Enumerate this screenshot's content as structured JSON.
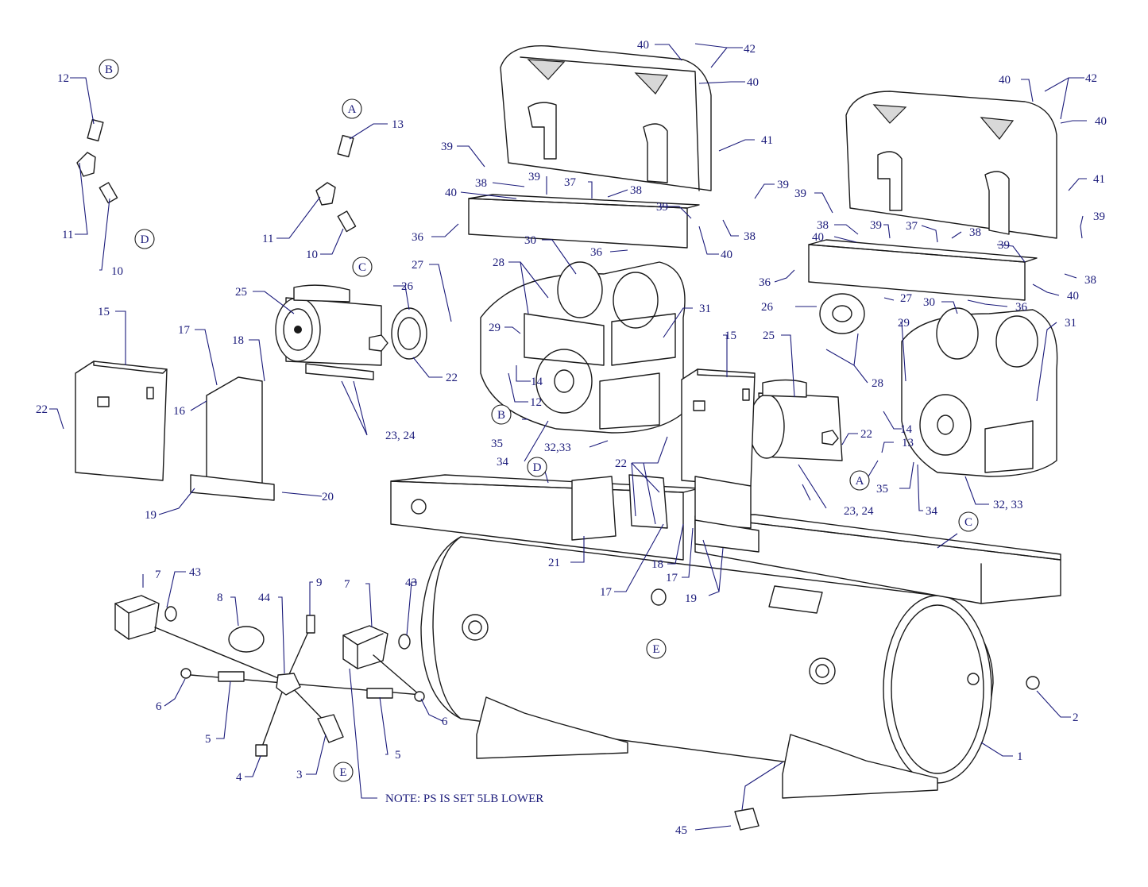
{
  "callouts": [
    {
      "id": "c12",
      "text": "12"
    },
    {
      "id": "c11a",
      "text": "11"
    },
    {
      "id": "c10a",
      "text": "10"
    },
    {
      "id": "c13a",
      "text": "13"
    },
    {
      "id": "c11b",
      "text": "11"
    },
    {
      "id": "c10b",
      "text": "10"
    },
    {
      "id": "c15a",
      "text": "15"
    },
    {
      "id": "c22a",
      "text": "22"
    },
    {
      "id": "c17a",
      "text": "17"
    },
    {
      "id": "c18a",
      "text": "18"
    },
    {
      "id": "c16",
      "text": "16"
    },
    {
      "id": "c19a",
      "text": "19"
    },
    {
      "id": "c20",
      "text": "20"
    },
    {
      "id": "c25a",
      "text": "25"
    },
    {
      "id": "c26a",
      "text": "26"
    },
    {
      "id": "c27a",
      "text": "27"
    },
    {
      "id": "c22b",
      "text": "22"
    },
    {
      "id": "c2324a",
      "text": "23, 24"
    },
    {
      "id": "c39a",
      "text": "39"
    },
    {
      "id": "c38a",
      "text": "38"
    },
    {
      "id": "c39b",
      "text": "39"
    },
    {
      "id": "c37a",
      "text": "37"
    },
    {
      "id": "c38b",
      "text": "38"
    },
    {
      "id": "c40a",
      "text": "40"
    },
    {
      "id": "c39c",
      "text": "39"
    },
    {
      "id": "c36a",
      "text": "36"
    },
    {
      "id": "c36b",
      "text": "36"
    },
    {
      "id": "c38c",
      "text": "38"
    },
    {
      "id": "c40b",
      "text": "40"
    },
    {
      "id": "c40c",
      "text": "40"
    },
    {
      "id": "c42a",
      "text": "42"
    },
    {
      "id": "c40d",
      "text": "40"
    },
    {
      "id": "c41a",
      "text": "41"
    },
    {
      "id": "c39d",
      "text": "39"
    },
    {
      "id": "c30a",
      "text": "30"
    },
    {
      "id": "c28a",
      "text": "28"
    },
    {
      "id": "c29a",
      "text": "29"
    },
    {
      "id": "c31a",
      "text": "31"
    },
    {
      "id": "c14a",
      "text": "14"
    },
    {
      "id": "c12b",
      "text": "12"
    },
    {
      "id": "c35a",
      "text": "35"
    },
    {
      "id": "c34a",
      "text": "34"
    },
    {
      "id": "c3233a",
      "text": "32,33"
    },
    {
      "id": "c22c",
      "text": "22"
    },
    {
      "id": "c15b",
      "text": "15"
    },
    {
      "id": "c21",
      "text": "21"
    },
    {
      "id": "c17b",
      "text": "17"
    },
    {
      "id": "c18b",
      "text": "18"
    },
    {
      "id": "c17c",
      "text": "17"
    },
    {
      "id": "c19b",
      "text": "19"
    },
    {
      "id": "c40e",
      "text": "40"
    },
    {
      "id": "c42b",
      "text": "42"
    },
    {
      "id": "c40f",
      "text": "40"
    },
    {
      "id": "c41b",
      "text": "41"
    },
    {
      "id": "c39e",
      "text": "39"
    },
    {
      "id": "c38d",
      "text": "38"
    },
    {
      "id": "c39f",
      "text": "39"
    },
    {
      "id": "c37b",
      "text": "37"
    },
    {
      "id": "c38e",
      "text": "38"
    },
    {
      "id": "c40g",
      "text": "40"
    },
    {
      "id": "c39g",
      "text": "39"
    },
    {
      "id": "c39h",
      "text": "39"
    },
    {
      "id": "c36c",
      "text": "36"
    },
    {
      "id": "c38f",
      "text": "38"
    },
    {
      "id": "c36d",
      "text": "36"
    },
    {
      "id": "c40h",
      "text": "40"
    },
    {
      "id": "c26b",
      "text": "26"
    },
    {
      "id": "c27b",
      "text": "27"
    },
    {
      "id": "c30b",
      "text": "30"
    },
    {
      "id": "c29b",
      "text": "29"
    },
    {
      "id": "c31b",
      "text": "31"
    },
    {
      "id": "c25b",
      "text": "25"
    },
    {
      "id": "c28b",
      "text": "28"
    },
    {
      "id": "c14b",
      "text": "14"
    },
    {
      "id": "c22d",
      "text": "22"
    },
    {
      "id": "c13b",
      "text": "13"
    },
    {
      "id": "c35b",
      "text": "35"
    },
    {
      "id": "c34b",
      "text": "34"
    },
    {
      "id": "c3233b",
      "text": "32, 33"
    },
    {
      "id": "c2324b",
      "text": "23, 24"
    },
    {
      "id": "c7a",
      "text": "7"
    },
    {
      "id": "c43a",
      "text": "43"
    },
    {
      "id": "c8",
      "text": "8"
    },
    {
      "id": "c44",
      "text": "44"
    },
    {
      "id": "c9",
      "text": "9"
    },
    {
      "id": "c7b",
      "text": "7"
    },
    {
      "id": "c43b",
      "text": "43"
    },
    {
      "id": "c6a",
      "text": "6"
    },
    {
      "id": "c5a",
      "text": "5"
    },
    {
      "id": "c4",
      "text": "4"
    },
    {
      "id": "c3",
      "text": "3"
    },
    {
      "id": "c5b",
      "text": "5"
    },
    {
      "id": "c6b",
      "text": "6"
    },
    {
      "id": "c1",
      "text": "1"
    },
    {
      "id": "c2",
      "text": "2"
    },
    {
      "id": "c45",
      "text": "45"
    }
  ],
  "connectors": [
    {
      "id": "kB1",
      "text": "B"
    },
    {
      "id": "kD1",
      "text": "D"
    },
    {
      "id": "kA1",
      "text": "A"
    },
    {
      "id": "kC1",
      "text": "C"
    },
    {
      "id": "kB2",
      "text": "B"
    },
    {
      "id": "kD2",
      "text": "D"
    },
    {
      "id": "kA2",
      "text": "A"
    },
    {
      "id": "kC2",
      "text": "C"
    },
    {
      "id": "kE1",
      "text": "E"
    },
    {
      "id": "kE2",
      "text": "E"
    }
  ],
  "note": "NOTE: PS IS SET 5LB LOWER"
}
